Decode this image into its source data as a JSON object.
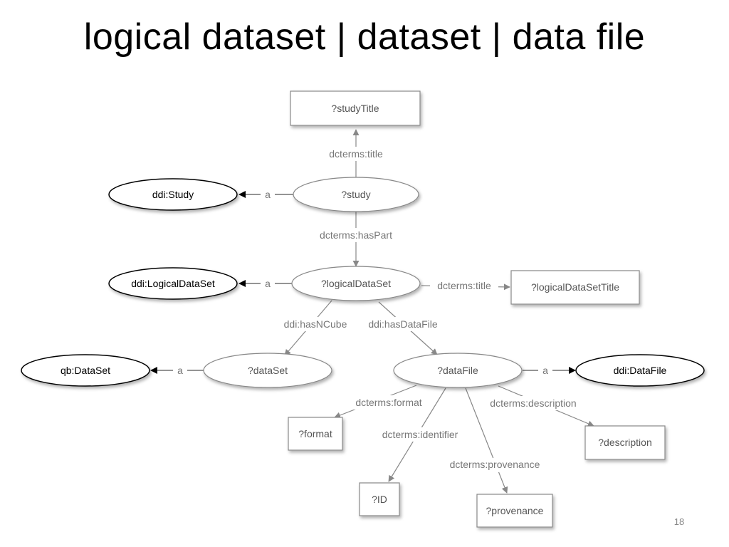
{
  "slide": {
    "title": "logical dataset | dataset | data file",
    "page_number": "18"
  },
  "diagram": {
    "nodes": {
      "studyTitle": {
        "label": "?studyTitle",
        "shape": "rect",
        "style": "variable"
      },
      "study": {
        "label": "?study",
        "shape": "ellipse",
        "style": "variable"
      },
      "ddiStudy": {
        "label": "ddi:Study",
        "shape": "ellipse",
        "style": "class"
      },
      "logicalDataSet": {
        "label": "?logicalDataSet",
        "shape": "ellipse",
        "style": "variable"
      },
      "ddiLogicalDataSet": {
        "label": "ddi:LogicalDataSet",
        "shape": "ellipse",
        "style": "class"
      },
      "logicalDataSetTitle": {
        "label": "?logicalDataSetTitle",
        "shape": "rect",
        "style": "variable"
      },
      "dataSet": {
        "label": "?dataSet",
        "shape": "ellipse",
        "style": "variable"
      },
      "qbDataSet": {
        "label": "qb:DataSet",
        "shape": "ellipse",
        "style": "class"
      },
      "dataFile": {
        "label": "?dataFile",
        "shape": "ellipse",
        "style": "variable"
      },
      "ddiDataFile": {
        "label": "ddi:DataFile",
        "shape": "ellipse",
        "style": "class"
      },
      "format": {
        "label": "?format",
        "shape": "rect",
        "style": "variable"
      },
      "id": {
        "label": "?ID",
        "shape": "rect",
        "style": "variable"
      },
      "provenance": {
        "label": "?provenance",
        "shape": "rect",
        "style": "variable"
      },
      "description": {
        "label": "?description",
        "shape": "rect",
        "style": "variable"
      }
    },
    "edges": {
      "study_title": {
        "from": "study",
        "to": "studyTitle",
        "label": "dcterms:title"
      },
      "study_type": {
        "from": "study",
        "to": "ddiStudy",
        "label": "a"
      },
      "study_haspart": {
        "from": "study",
        "to": "logicalDataSet",
        "label": "dcterms:hasPart"
      },
      "lds_type": {
        "from": "logicalDataSet",
        "to": "ddiLogicalDataSet",
        "label": "a"
      },
      "lds_title": {
        "from": "logicalDataSet",
        "to": "logicalDataSetTitle",
        "label": "dcterms:title"
      },
      "lds_hasncube": {
        "from": "logicalDataSet",
        "to": "dataSet",
        "label": "ddi:hasNCube"
      },
      "lds_hasdatafile": {
        "from": "logicalDataSet",
        "to": "dataFile",
        "label": "ddi:hasDataFile"
      },
      "dataset_type": {
        "from": "dataSet",
        "to": "qbDataSet",
        "label": "a"
      },
      "datafile_type": {
        "from": "dataFile",
        "to": "ddiDataFile",
        "label": "a"
      },
      "datafile_format": {
        "from": "dataFile",
        "to": "format",
        "label": "dcterms:format"
      },
      "datafile_identifier": {
        "from": "dataFile",
        "to": "id",
        "label": "dcterms:identifier"
      },
      "datafile_provenance": {
        "from": "dataFile",
        "to": "provenance",
        "label": "dcterms:provenance"
      },
      "datafile_description": {
        "from": "dataFile",
        "to": "description",
        "label": "dcterms:description"
      }
    },
    "colors": {
      "variable_stroke": "#888888",
      "class_stroke": "#000000",
      "edge": "#888888",
      "arrow_dark": "#000000"
    }
  }
}
